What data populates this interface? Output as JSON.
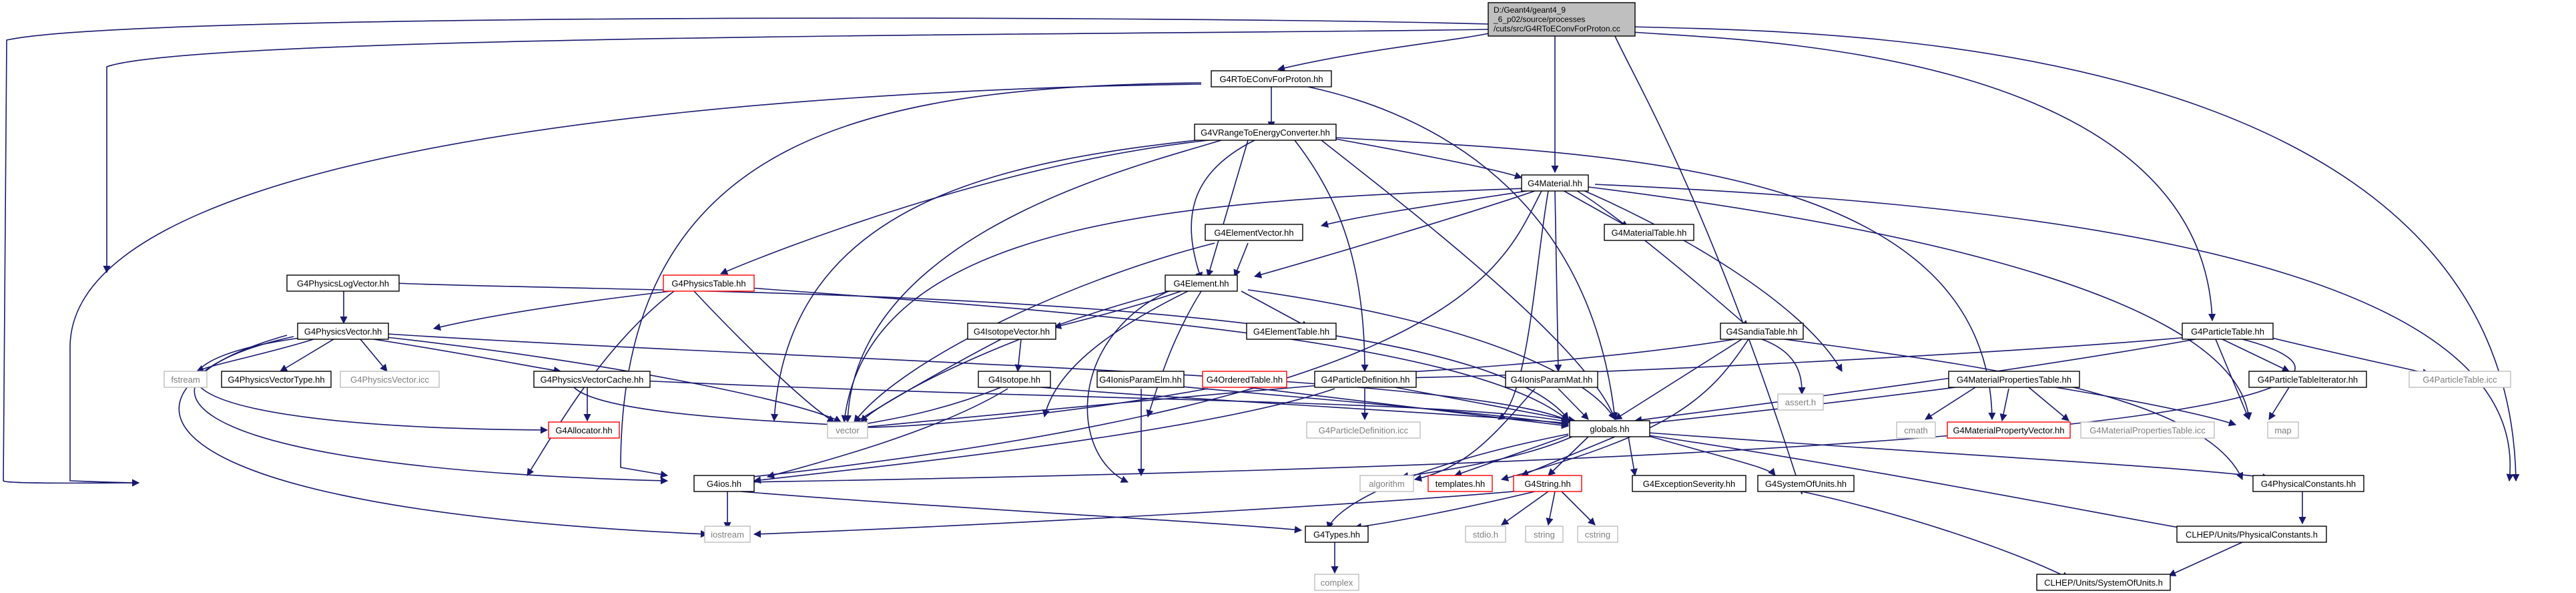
{
  "root": {
    "line1": "D:/Geant4/geant4_9",
    "line2": "_6_p02/source/processes",
    "line3": "/cuts/src/G4RToEConvForProton.cc"
  },
  "nodes": {
    "rtoe_proton": "G4RToEConvForProton.hh",
    "vrange": "G4VRangeToEnergyConverter.hh",
    "material": "G4Material.hh",
    "physlogvector": "G4PhysicsLogVector.hh",
    "physicstable": "G4PhysicsTable.hh",
    "elementvector": "G4ElementVector.hh",
    "materialtable": "G4MaterialTable.hh",
    "element": "G4Element.hh",
    "elementtable": "G4ElementTable.hh",
    "physicsvector": "G4PhysicsVector.hh",
    "isotopevector": "G4IsotopeVector.hh",
    "sandiatable": "G4SandiaTable.hh",
    "particletable": "G4ParticleTable.hh",
    "fstream": "fstream",
    "physvectortype": "G4PhysicsVectorType.hh",
    "physvectoricc": "G4PhysicsVector.icc",
    "physvectorcache": "G4PhysicsVectorCache.hh",
    "isotope": "G4Isotope.hh",
    "ionisparamelm": "G4IonisParamElm.hh",
    "orderedtable": "G4OrderedTable.hh",
    "particledef": "G4ParticleDefinition.hh",
    "ionisparammat": "G4IonisParamMat.hh",
    "assert": "assert.h",
    "matproptable": "G4MaterialPropertiesTable.hh",
    "particletableiter": "G4ParticleTableIterator.hh",
    "particletableicc": "G4ParticleTable.icc",
    "allocator": "G4Allocator.hh",
    "vector": "vector",
    "particledeficc": "G4ParticleDefinition.icc",
    "globals": "globals.hh",
    "cmath": "cmath",
    "matpropvector": "G4MaterialPropertyVector.hh",
    "matproptableicc": "G4MaterialPropertiesTable.icc",
    "map": "map",
    "g4ios": "G4ios.hh",
    "algorithm": "algorithm",
    "templates": "templates.hh",
    "g4string": "G4String.hh",
    "exceptionseverity": "G4ExceptionSeverity.hh",
    "systemofunits": "G4SystemOfUnits.hh",
    "physconstants": "G4PhysicalConstants.hh",
    "iostream": "iostream",
    "stdio": "stdio.h",
    "string": "string",
    "cstring": "cstring",
    "g4types": "G4Types.hh",
    "clhep_physconst": "CLHEP/Units/PhysicalConstants.h",
    "complex": "complex",
    "clhep_units": "CLHEP/Units/SystemOfUnits.h"
  },
  "colors": {
    "edge": "#191970",
    "root_fill": "#bfbfbf",
    "missing_border": "#ff0000",
    "external_border": "#bfbfbf"
  }
}
